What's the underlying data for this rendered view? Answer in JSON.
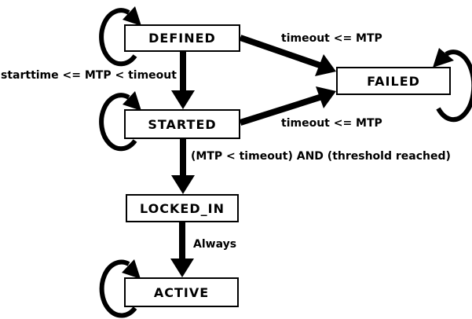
{
  "diagram": {
    "type": "state-machine",
    "colors": {
      "foreground": "#000000",
      "background": "#ffffff"
    },
    "states": [
      {
        "id": "defined",
        "label": "DEFINED"
      },
      {
        "id": "failed",
        "label": "FAILED"
      },
      {
        "id": "started",
        "label": "STARTED"
      },
      {
        "id": "locked_in",
        "label": "LOCKED_IN"
      },
      {
        "id": "active",
        "label": "ACTIVE"
      }
    ],
    "edges": [
      {
        "from": "DEFINED",
        "to": "FAILED",
        "label": "timeout <= MTP"
      },
      {
        "from": "DEFINED",
        "to": "STARTED",
        "label": "starttime <= MTP < timeout"
      },
      {
        "from": "STARTED",
        "to": "FAILED",
        "label": "timeout <= MTP"
      },
      {
        "from": "STARTED",
        "to": "LOCKED_IN",
        "label": "(MTP < timeout) AND (threshold reached)"
      },
      {
        "from": "LOCKED_IN",
        "to": "ACTIVE",
        "label": "Always"
      }
    ],
    "self_loops": [
      "DEFINED",
      "FAILED",
      "STARTED",
      "ACTIVE"
    ]
  }
}
